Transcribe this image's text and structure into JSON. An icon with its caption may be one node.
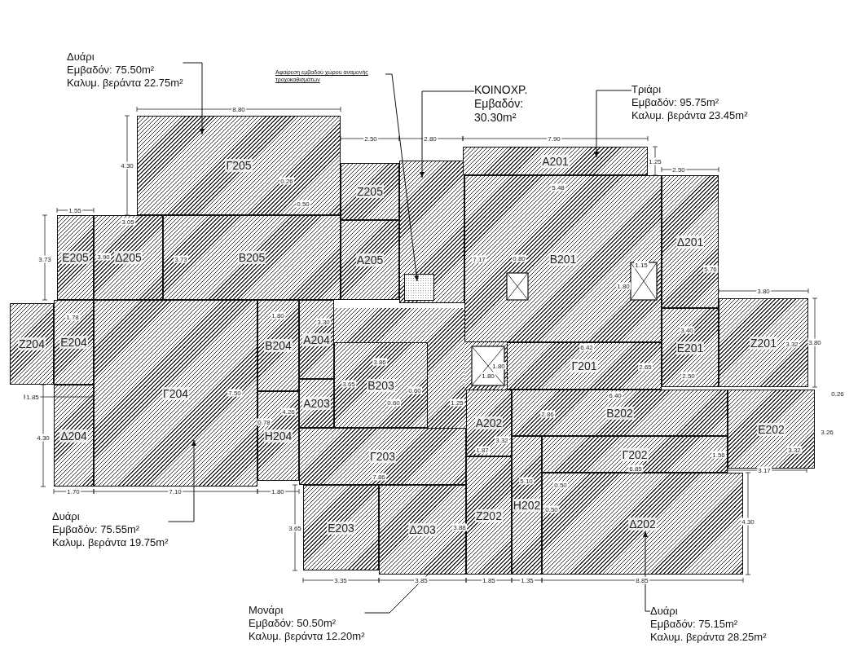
{
  "diagram": {
    "nodes": [
      {
        "text": [
          "Δυάρι",
          "Εμβαδόν: 75.50m²",
          "Καλυμ. βεράντα 22.75m²"
        ]
      },
      {
        "text": [
          "Αφαίρεση εμβαδού χώρου αναμονής τροχοκαθισμάτων"
        ]
      },
      {
        "text": [
          "ΚΟΙΝΟΧΡ.",
          "Εμβαδόν: 30.30m²"
        ]
      },
      {
        "text": [
          "Τριάρι",
          "Εμβαδόν: 95.75m²",
          "Καλυμ. βεράντα 23.45m²"
        ]
      },
      {
        "text": [
          "Γ205"
        ]
      },
      {
        "text": [
          "Ζ205"
        ]
      },
      {
        "text": [],
        "shape": "box"
      },
      {
        "text": [],
        "shape": "box",
        "in": 6
      },
      {
        "text": [
          "Α201"
        ]
      },
      {
        "text": [
          "Ε205"
        ]
      },
      {
        "text": [
          "Δ205"
        ]
      },
      {
        "text": [
          "Β205"
        ]
      },
      {
        "text": [
          "Α205"
        ]
      },
      {
        "text": [
          "Β201"
        ]
      },
      {
        "text": [
          "Δ201"
        ]
      },
      {
        "text": [
          "Ζ204"
        ]
      },
      {
        "text": [
          "Ε204"
        ]
      },
      {
        "text": [
          "Γ204"
        ]
      },
      {
        "text": [
          "Β204"
        ]
      },
      {
        "text": [
          "Α204"
        ]
      },
      {
        "text": [
          "Ζ201"
        ]
      },
      {
        "text": [
          "Ε201"
        ]
      },
      {
        "text": [
          "Β203"
        ]
      },
      {
        "text": [
          "Γ201"
        ]
      },
      {
        "text": [
          "Α203"
        ]
      },
      {
        "text": [
          "Α202"
        ]
      },
      {
        "text": [
          "Β202"
        ]
      },
      {
        "text": [
          "Ε202"
        ]
      },
      {
        "text": [
          "Δ204"
        ]
      },
      {
        "text": [
          "Η204"
        ]
      },
      {
        "text": [
          "Γ203"
        ]
      },
      {
        "text": [
          "Γ202"
        ]
      },
      {
        "text": [
          "Ε203"
        ]
      },
      {
        "text": [
          "Δ203"
        ]
      },
      {
        "text": [
          "Ζ202"
        ]
      },
      {
        "text": [
          "Η202"
        ]
      },
      {
        "text": [
          "Δ202"
        ]
      },
      {
        "text": [
          "Δυάρι",
          "Εμβαδόν: 75.55m²",
          "Καλυμ. βεράντα 19.75m²"
        ]
      },
      {
        "text": [
          "Μονάρι",
          "Εμβαδόν: 50.50m²",
          "Καλυμ. βεράντα 12.20m²"
        ]
      },
      {
        "text": [
          "Δυάρι",
          "Εμβαδόν: 75.15m²",
          "Καλυμ. βεράντα 28.25m²"
        ]
      }
    ],
    "edges": [
      {
        "from": 0,
        "to": 4,
        "arrow": "to"
      },
      {
        "from": 1,
        "to": 7,
        "arrow": "to"
      },
      {
        "from": 2,
        "to": 6,
        "arrow": "to"
      },
      {
        "from": 3,
        "to": 8,
        "arrow": "to"
      },
      {
        "from": 37,
        "to": 17,
        "arrow": "to"
      },
      {
        "from": 38,
        "to": 33,
        "arrow": "none"
      },
      {
        "from": 39,
        "to": 36,
        "arrow": "to"
      }
    ],
    "labels": [
      "8.80",
      "2.50",
      "2.80",
      "7.90",
      "1.25",
      "4.30",
      "2.50",
      "0.26",
      "5.48",
      "0.50",
      "1.55",
      "3.05",
      "5.76",
      "3.73",
      "3.90",
      "3.73",
      "7.17",
      "0.80",
      "1.15",
      "1.80",
      "3.80",
      "1.78",
      "1.80",
      "3.30",
      "3.80",
      "6.42",
      "3.40",
      "3.32",
      "3.86",
      "1.80",
      "2.65",
      "1.80",
      "2.50",
      "3.65",
      "0.60",
      "7.50",
      "0.26",
      "6.40",
      "1.85",
      "0.60",
      "1.25",
      "2.86",
      "0.78",
      "3.32",
      "3.32",
      "4.26",
      "3.26",
      "4.30",
      "1.87",
      "1.56",
      "6.85",
      "3.17",
      "7.86",
      "0.50",
      "1.70",
      "7.10",
      "1.80",
      "5.10",
      "0.50",
      "4.30",
      "3.65",
      "3.88",
      "3.35",
      "3.85",
      "1.85",
      "1.35",
      "8.85"
    ]
  }
}
